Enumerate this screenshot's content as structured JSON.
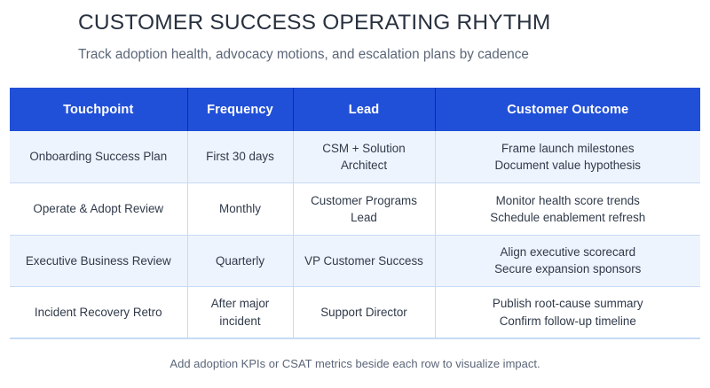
{
  "slide": {
    "title": "CUSTOMER SUCCESS OPERATING RHYTHM",
    "subtitle": "Track adoption health, advocacy motions, and escalation plans by cadence",
    "footer_note": "Add adoption KPIs or CSAT metrics beside each row to visualize impact.",
    "colors": {
      "header_fill": "#2150d8",
      "header_text": "#ffffff",
      "stripe_fill": "#eef4fd",
      "row_fill": "#ffffff",
      "grid_line": "#c7daf6",
      "title_text": "#28313f",
      "subtitle_text": "#5b6678",
      "body_text": "#303a4a"
    }
  },
  "table": {
    "columns": [
      {
        "key": "touchpoint",
        "label": "Touchpoint"
      },
      {
        "key": "frequency",
        "label": "Frequency"
      },
      {
        "key": "lead",
        "label": "Lead"
      },
      {
        "key": "outcome",
        "label": "Customer Outcome"
      }
    ],
    "rows": [
      {
        "touchpoint": "Onboarding Success Plan",
        "frequency": "First 30 days",
        "lead_line1": "CSM + Solution",
        "lead_line2": "Architect",
        "outcome_line1": "Frame launch milestones",
        "outcome_line2": "Document value hypothesis"
      },
      {
        "touchpoint": "Operate & Adopt Review",
        "frequency": "Monthly",
        "lead_line1": "Customer Programs",
        "lead_line2": "Lead",
        "outcome_line1": "Monitor health score trends",
        "outcome_line2": "Schedule enablement refresh"
      },
      {
        "touchpoint": "Executive Business Review",
        "frequency": "Quarterly",
        "lead_line1": "VP Customer Success",
        "lead_line2": "",
        "outcome_line1": "Align executive scorecard",
        "outcome_line2": "Secure expansion sponsors"
      },
      {
        "touchpoint": "Incident Recovery Retro",
        "frequency_line1": "After major",
        "frequency_line2": "incident",
        "lead_line1": "Support Director",
        "lead_line2": "",
        "outcome_line1": "Publish root-cause summary",
        "outcome_line2": "Confirm follow-up timeline"
      }
    ]
  }
}
